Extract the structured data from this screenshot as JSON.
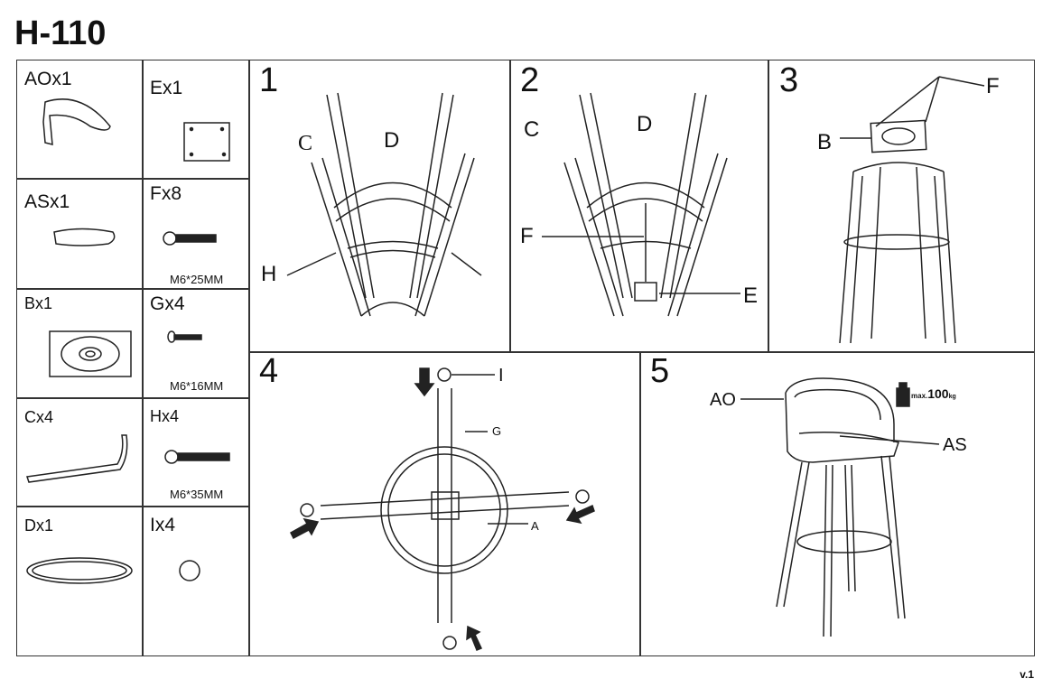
{
  "title": "H-110",
  "parts": [
    {
      "label": "AOx1",
      "spec": ""
    },
    {
      "label": "Ex1",
      "spec": ""
    },
    {
      "label": "ASx1",
      "spec": ""
    },
    {
      "label": "Fx8",
      "spec": "M6*25MM"
    },
    {
      "label": "Bx1",
      "spec": ""
    },
    {
      "label": "Gx4",
      "spec": "M6*16MM"
    },
    {
      "label": "Cx4",
      "spec": ""
    },
    {
      "label": "Hx4",
      "spec": "M6*35MM"
    },
    {
      "label": "Dx1",
      "spec": ""
    },
    {
      "label": "Ix4",
      "spec": ""
    }
  ],
  "steps": [
    {
      "number": "1",
      "labels": [
        "C",
        "D",
        "H"
      ]
    },
    {
      "number": "2",
      "labels": [
        "C",
        "D",
        "F",
        "E"
      ]
    },
    {
      "number": "3",
      "labels": [
        "F",
        "B"
      ]
    },
    {
      "number": "4",
      "labels": [
        "I",
        "G",
        "A"
      ]
    },
    {
      "number": "5",
      "labels": [
        "AO",
        "AS"
      ],
      "max_load_prefix": "max.",
      "max_load_value": "100",
      "max_load_unit": "kg"
    }
  ],
  "version": "v.1"
}
